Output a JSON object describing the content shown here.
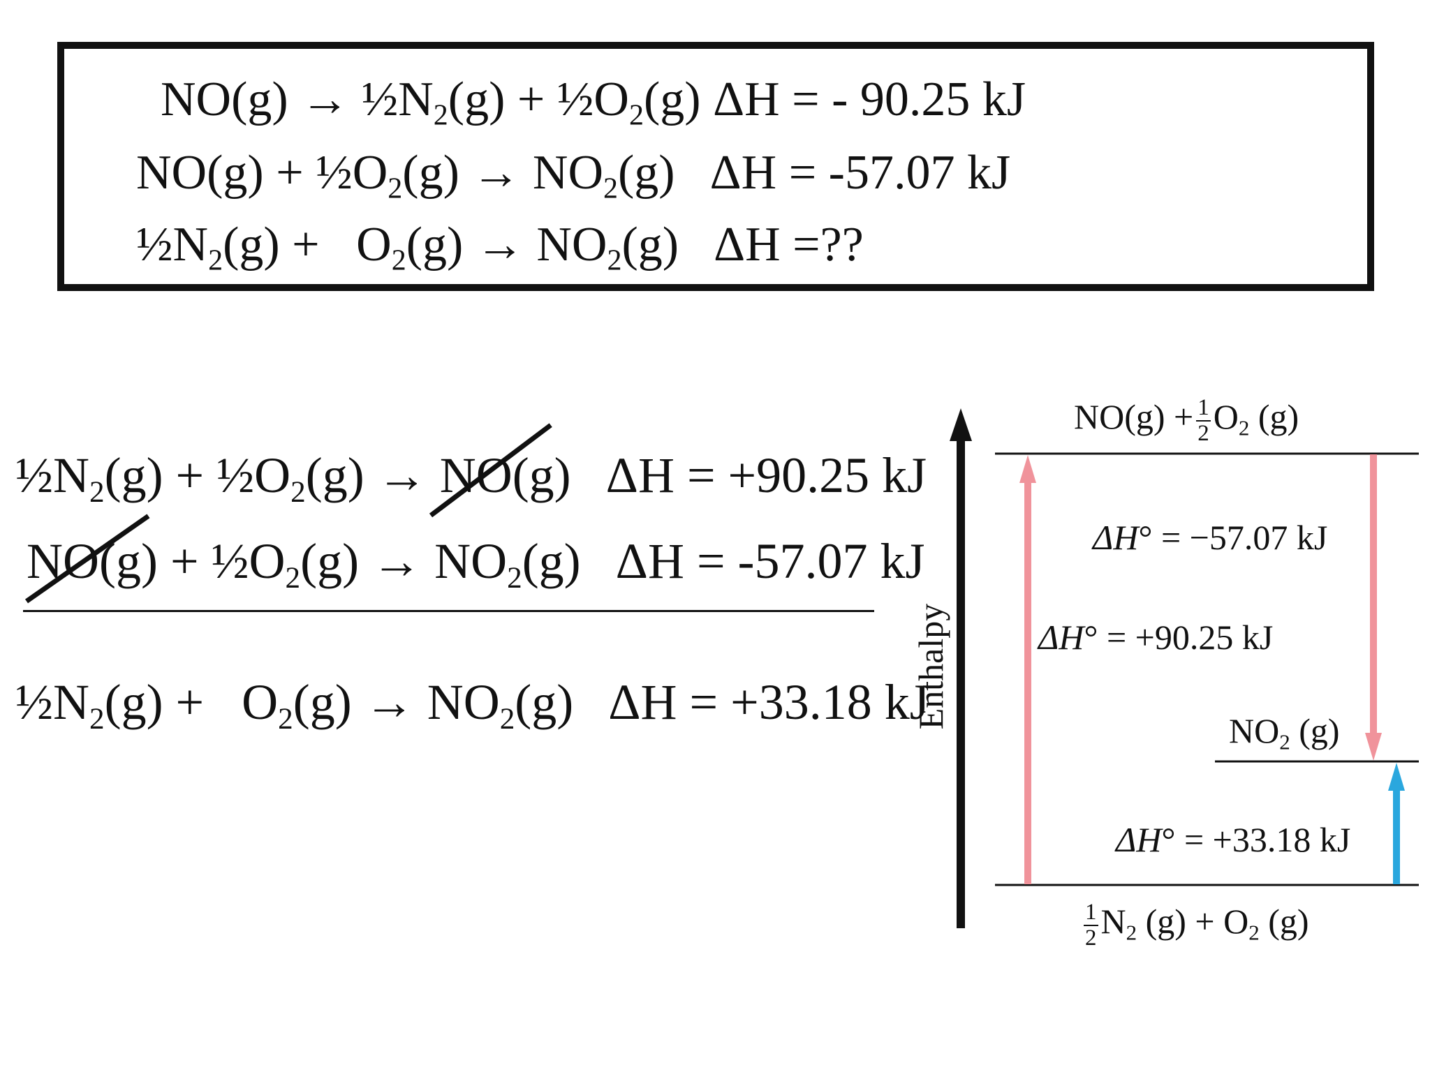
{
  "given": {
    "eq1": {
      "lhs": "NO(g) →",
      "p1": "½N",
      "s1": "2",
      "p2": "(g) + ½O",
      "s2": "2",
      "p3": "(g)",
      "dh": "ΔH = - 90.25 kJ"
    },
    "eq2": {
      "p1": "NO(g) + ½O",
      "s1": "2",
      "p2": "(g) → NO",
      "s2": "2",
      "p3": "(g)",
      "dh": "ΔH = -57.07 kJ"
    },
    "eq3": {
      "p1": "½N",
      "s1": "2",
      "p2": "(g) +   O",
      "s2": "2",
      "p3": "(g) → NO",
      "s3": "2",
      "p4": "(g)",
      "dh": "ΔH =??"
    }
  },
  "work": {
    "eq1": {
      "p1": "½N",
      "s1": "2",
      "p2": "(g) + ½O",
      "s2": "2",
      "p3": "(g) → NO(g)",
      "dh": "ΔH = +90.25 kJ"
    },
    "eq2": {
      "p1": "NO(g) + ½O",
      "s1": "2",
      "p2": "(g) → NO",
      "s2": "2",
      "p3": "(g)",
      "dh": "ΔH = -57.07 kJ"
    },
    "result": {
      "p1": "½N",
      "s1": "2",
      "p2": "(g) +   O",
      "s2": "2",
      "p3": "(g) → NO",
      "s3": "2",
      "p4": "(g)",
      "dh": "ΔH = +33.18 kJ"
    }
  },
  "diagram": {
    "axis_label": "Enthalpy",
    "top_level": {
      "p1": "NO(g) +",
      "frac_num": "1",
      "frac_den": "2",
      "p2": "O",
      "s2": "2",
      "p3": " (g)"
    },
    "mid_level": {
      "p1": "NO",
      "s1": "2",
      "p2": " (g)"
    },
    "bottom_level": {
      "frac_num": "1",
      "frac_den": "2",
      "p1": "N",
      "s1": "2",
      "p2": " (g) + O",
      "s2": "2",
      "p3": " (g)"
    },
    "dh_down": {
      "sym": "ΔH",
      "deg": "° = −57.07 kJ"
    },
    "dh_up": {
      "sym": "ΔH",
      "deg": "° = +90.25 kJ"
    },
    "dh_net": {
      "sym": "ΔH",
      "deg": "° = +33.18 kJ"
    },
    "colors": {
      "pink_arrow": "#F0939B",
      "blue_arrow": "#2AA7DE",
      "axis": "#111111"
    }
  }
}
